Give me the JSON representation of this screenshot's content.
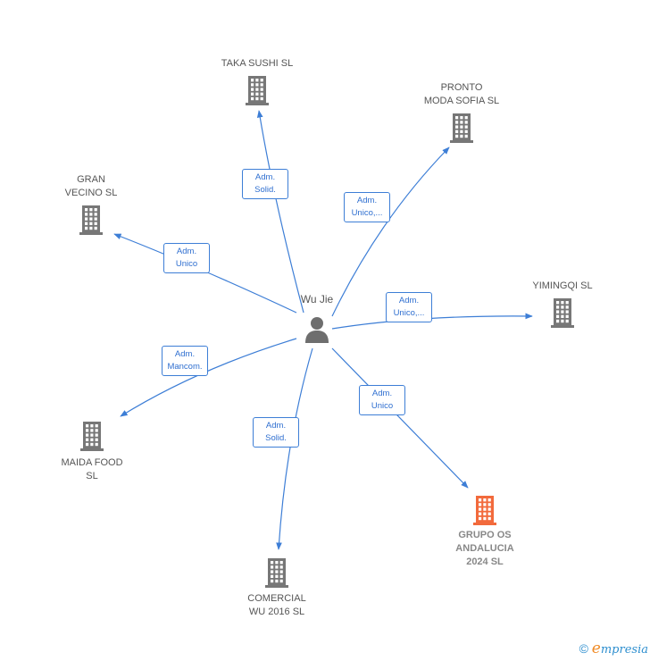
{
  "center": {
    "name": "Wu Jie",
    "icon": "person-icon"
  },
  "colors": {
    "edge": "#3d7ed6",
    "building": "#777777",
    "highlight": "#f26a3c",
    "label_text": "#555555"
  },
  "companies": [
    {
      "id": "taka-sushi",
      "lines": [
        "TAKA SUSHI  SL"
      ],
      "relation": [
        "Adm.",
        "Solid."
      ],
      "highlight": false
    },
    {
      "id": "pronto-moda-sofia",
      "lines": [
        "PRONTO",
        "MODA SOFIA SL"
      ],
      "relation": [
        "Adm.",
        "Unico,..."
      ],
      "highlight": false
    },
    {
      "id": "gran-vecino",
      "lines": [
        "GRAN",
        "VECINO SL"
      ],
      "relation": [
        "Adm.",
        "Unico"
      ],
      "highlight": false
    },
    {
      "id": "yimingqi",
      "lines": [
        "YIMINGQI  SL"
      ],
      "relation": [
        "Adm.",
        "Unico,..."
      ],
      "highlight": false
    },
    {
      "id": "maida-food",
      "lines": [
        "MAIDA FOOD",
        "SL"
      ],
      "relation": [
        "Adm.",
        "Mancom."
      ],
      "highlight": false
    },
    {
      "id": "grupo-os-andalucia",
      "lines": [
        "GRUPO OS",
        "ANDALUCIA",
        "2024  SL"
      ],
      "relation": [
        "Adm.",
        "Unico"
      ],
      "highlight": true
    },
    {
      "id": "comercial-wu",
      "lines": [
        "COMERCIAL",
        "WU 2016  SL"
      ],
      "relation": [
        "Adm.",
        "Solid."
      ],
      "highlight": false
    }
  ],
  "footer": {
    "copyright": "©",
    "brand_initial": "e",
    "brand_rest": "mpresia"
  }
}
